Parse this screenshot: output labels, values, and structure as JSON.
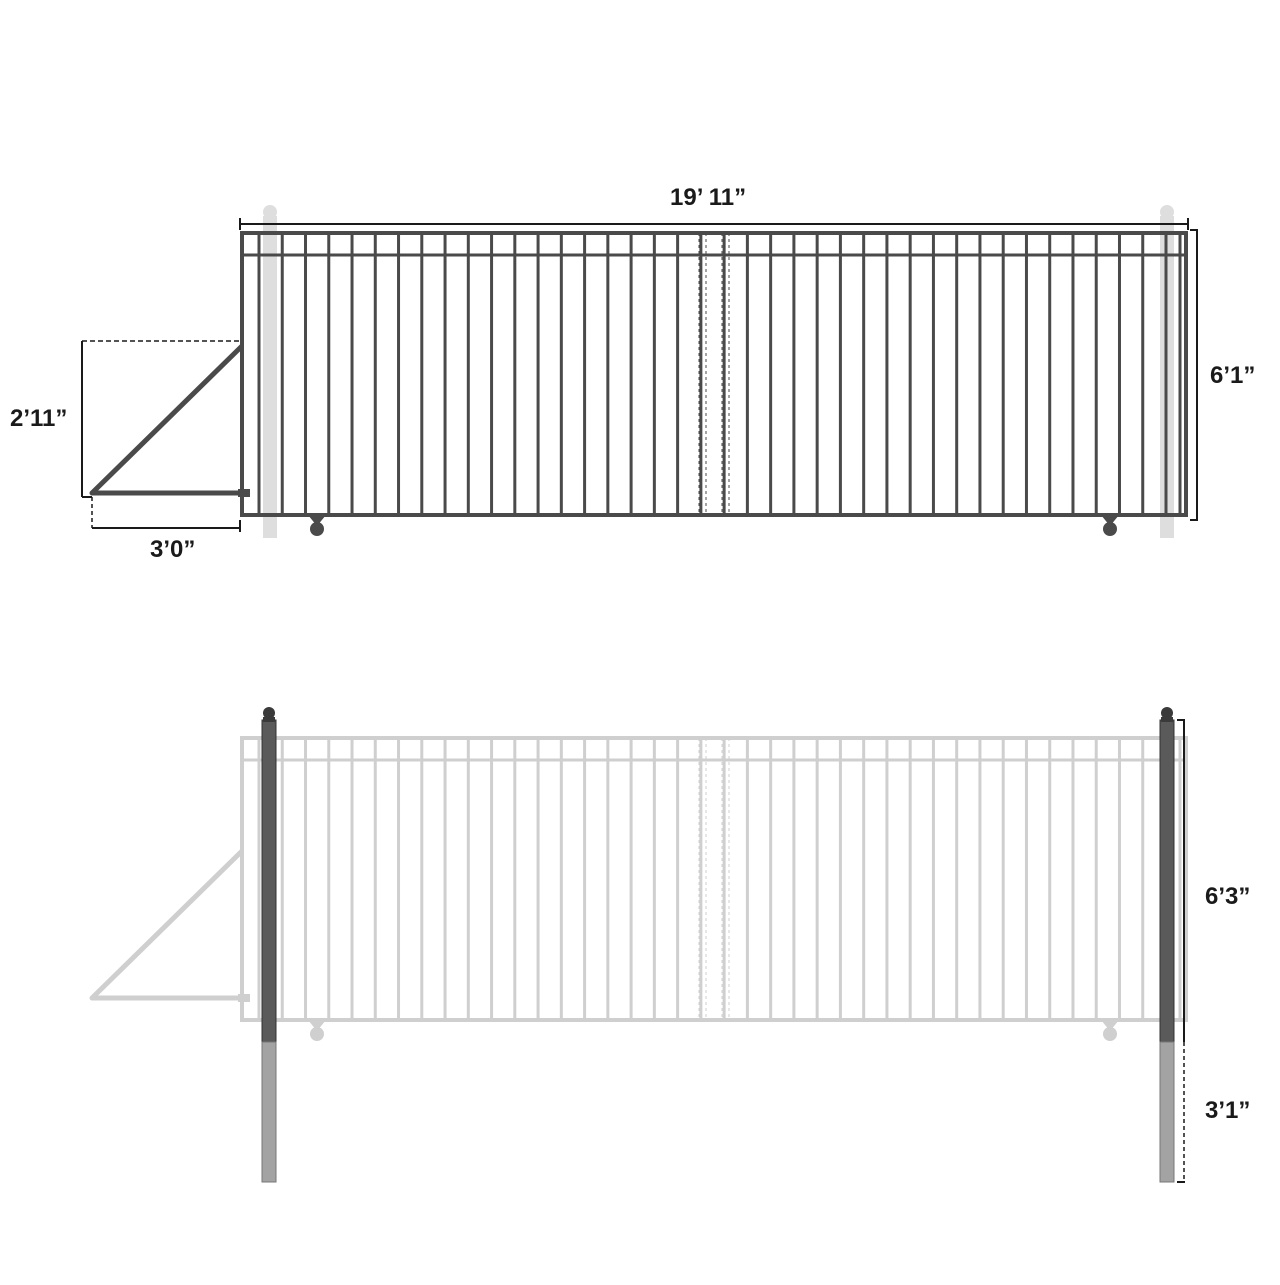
{
  "top_view": {
    "width_label": "19’ 11”",
    "height_label": "6’1”",
    "tail_height_label": "2’11”",
    "tail_length_label": "3’0”",
    "pickets": 40
  },
  "bottom_view": {
    "post_height_label": "6’3”",
    "post_burial_label": "3’1”",
    "pickets": 40
  },
  "colors": {
    "gate": "#4a4a4a",
    "gate_faded": "#cfcfcf",
    "post": "#5a5a5a",
    "post_buried": "#a3a3a3",
    "post_ghost": "#dedede",
    "dim_line": "#1a1a1a"
  }
}
